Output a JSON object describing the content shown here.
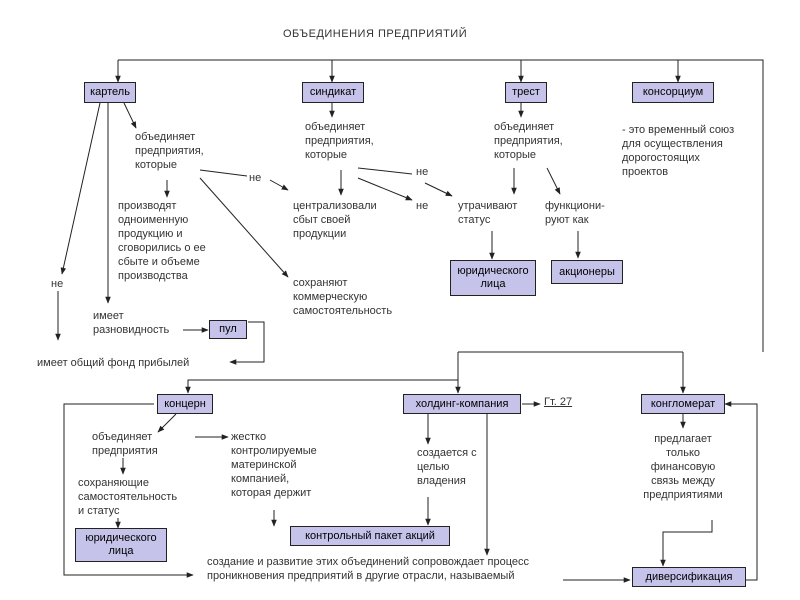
{
  "title": "ОБЪЕДИНЕНИЯ ПРЕДПРИЯТИЙ",
  "boxes": {
    "kartel": "картель",
    "sindikat": "синдикат",
    "trest": "трест",
    "konsorcium": "консорциум",
    "pul": "пул",
    "jur_lica_1": "юридического\nлица",
    "akcionery": "акционеры",
    "koncern": "концерн",
    "holding": "холдинг-компания",
    "konglomerat": "конгломерат",
    "jur_lica_2": "юридического\nлица",
    "kontrolny_paket": "контрольный пакет акций",
    "diversifikacia": "диверсификация"
  },
  "texts": {
    "kartel_obedinyaet": "объединяет\nпредприятия,\nкоторые",
    "kartel_proizvodyat": "производят\nодноименную\nпродукцию и\nсговорились о ее\nсбыте и объеме\nпроизводства",
    "ne_left": "не",
    "imeet_raznovidnost": "имеет\nразновидность",
    "obshiy_fond": "имеет общий фонд прибылей",
    "ne_sindikat": "не",
    "sindikat_obedinyaet": "объединяет\nпредприятия,\nкоторые",
    "centralizovali": "централизовали\nсбыт своей\nпродукции",
    "sohranyayut": "сохраняют\nкоммерческую\nсамостоятельность",
    "ne_trest_1": "не",
    "ne_trest_2": "не",
    "trest_obedinyaet": "объединяет\nпредприятия,\nкоторые",
    "utrachivayut": "утрачивают\nстатус",
    "funkcioniruyut": "функциони-\nруют как",
    "konsorcium_desc": "- это временный союз\nдля осуществления\nдорогостоящих\nпроектов",
    "koncern_obedinyaet": "объединяет\nпредприятия",
    "zhestko": "жестко\nконтролируемые\nматеринской\nкомпанией,\nкоторая держит",
    "sohranyayushie": "сохраняющие\nсамостоятельность\nи статус",
    "sozdaetsya": "создается с\nцелью\nвладения",
    "predlagaet": "предлагает\nтолько\nфинансовую\nсвязь между\nпредприятиями",
    "sozdanie": "создание и развитие этих объединений сопровождает процесс\nпроникновения предприятий в другие отрасли, называемый",
    "gt27": "Гт. 27"
  }
}
